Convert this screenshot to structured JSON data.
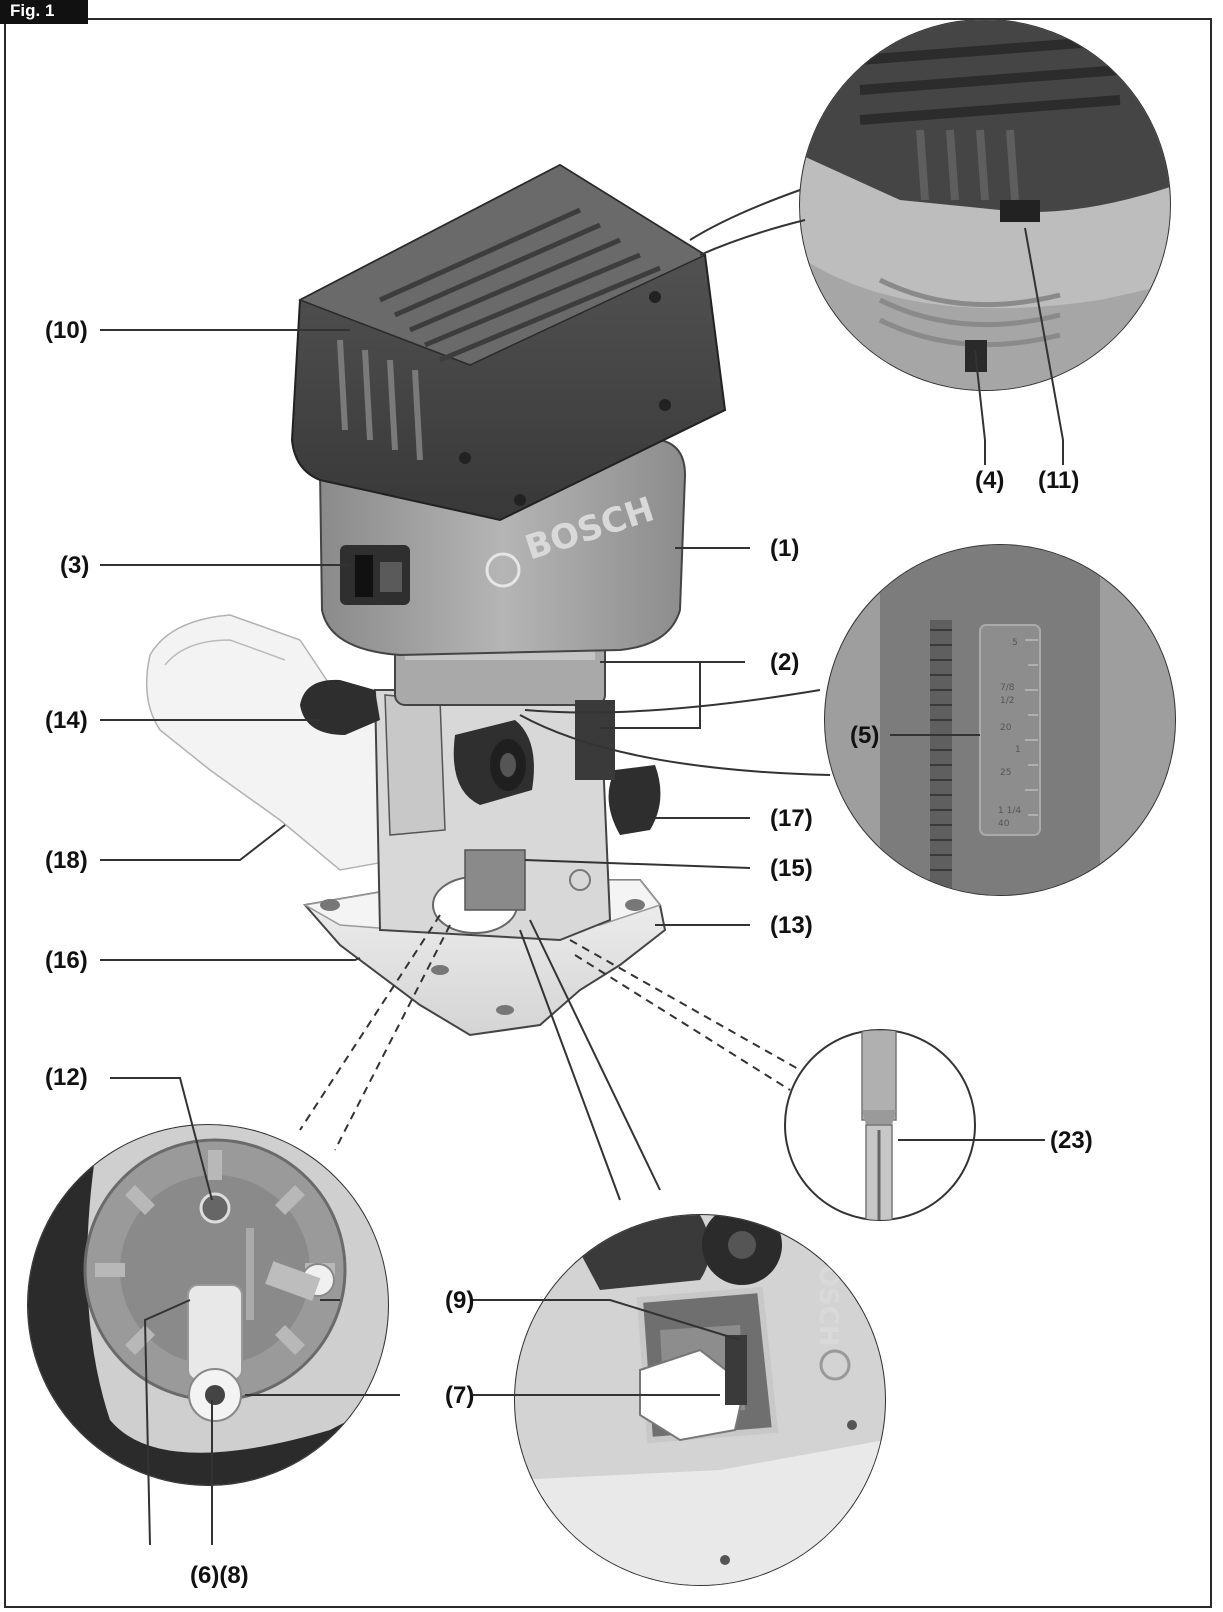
{
  "figure": {
    "tag": "Fig. 1"
  },
  "callouts": [
    {
      "id": "10",
      "text": "(10)"
    },
    {
      "id": "3",
      "text": "(3)"
    },
    {
      "id": "14",
      "text": "(14)"
    },
    {
      "id": "18",
      "text": "(18)"
    },
    {
      "id": "16",
      "text": "(16)"
    },
    {
      "id": "12",
      "text": "(12)"
    },
    {
      "id": "4",
      "text": "(4)"
    },
    {
      "id": "11",
      "text": "(11)"
    },
    {
      "id": "1",
      "text": "(1)"
    },
    {
      "id": "2",
      "text": "(2)"
    },
    {
      "id": "5",
      "text": "(5)"
    },
    {
      "id": "17",
      "text": "(17)"
    },
    {
      "id": "15",
      "text": "(15)"
    },
    {
      "id": "13",
      "text": "(13)"
    },
    {
      "id": "23",
      "text": "(23)"
    },
    {
      "id": "9",
      "text": "(9)"
    },
    {
      "id": "7",
      "text": "(7)"
    },
    {
      "id": "6-8",
      "text": "(6)(8)"
    }
  ],
  "device_markings": {
    "brand": "BOSCH",
    "scale_ticks": [
      "5",
      "7/8",
      "1/2",
      "20",
      "1",
      "25",
      "1 1/4",
      "40"
    ]
  },
  "colors": {
    "battery": "#4a4a4a",
    "housing": "#9a9a9a",
    "base": "#e6e6e6",
    "knob": "#2e2e2e",
    "line": "#333333"
  }
}
